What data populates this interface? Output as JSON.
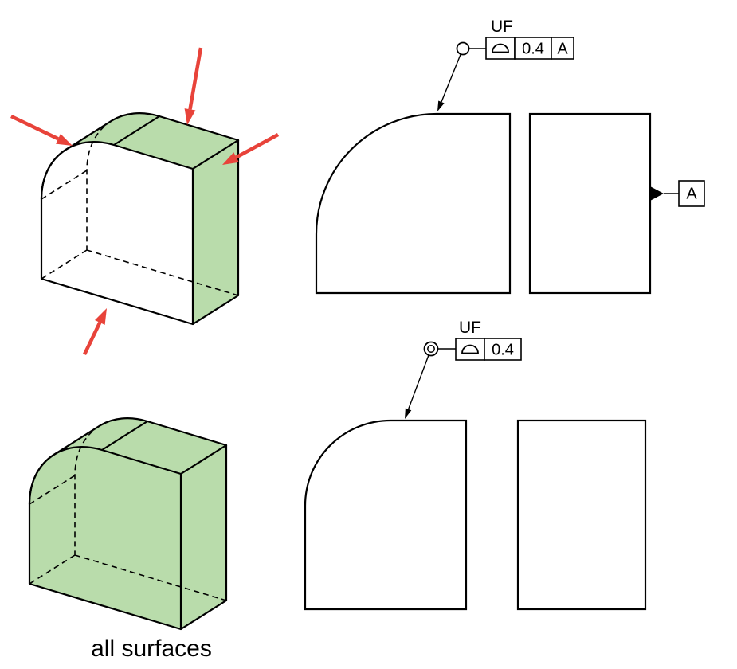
{
  "figure": {
    "type": "gdt-profile-tolerance-illustration",
    "caption": "all surfaces",
    "colors": {
      "surface_green": "#b9dcab",
      "arrow_red": "#e8433a",
      "line_black": "#000000",
      "background": "#ffffff"
    },
    "upper_callout": {
      "uf_label": "UF",
      "geometric_symbol": "profile-of-a-surface",
      "tolerance": "0.4",
      "datum_reference": "A",
      "leader_modifier": "all-around"
    },
    "upper_datum": {
      "label": "A"
    },
    "lower_callout": {
      "uf_label": "UF",
      "geometric_symbol": "profile-of-a-surface",
      "tolerance": "0.4",
      "leader_modifier": "all-over"
    }
  }
}
